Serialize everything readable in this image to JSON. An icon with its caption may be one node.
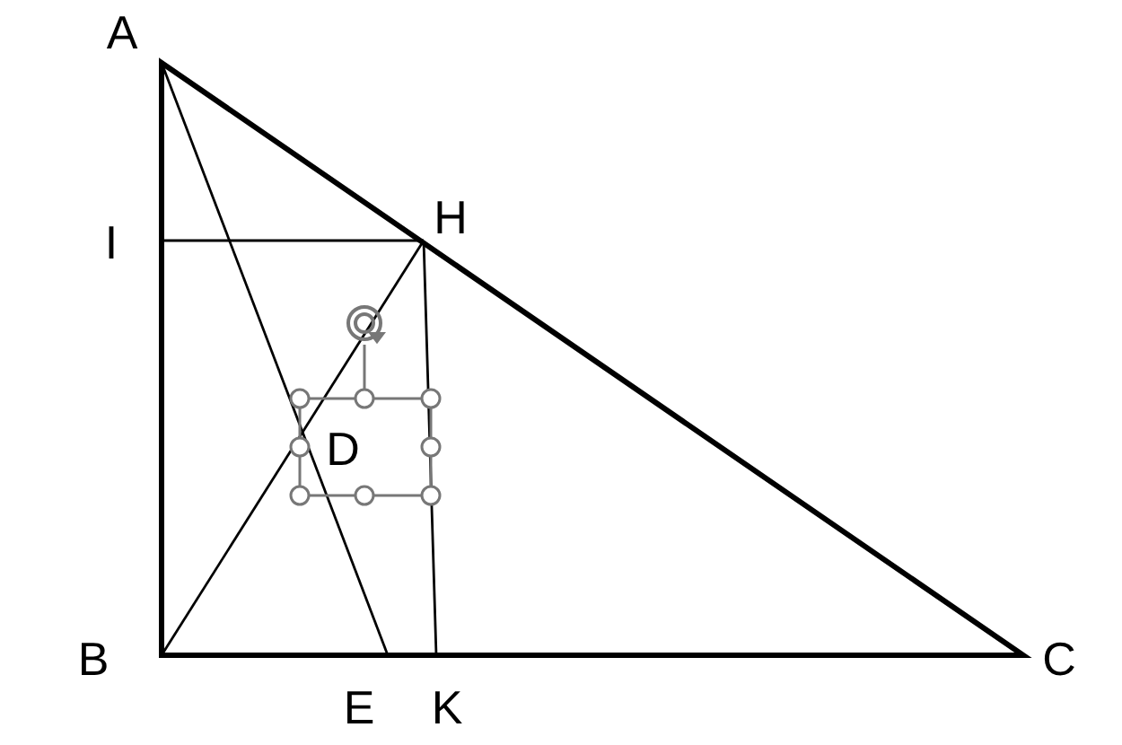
{
  "diagram": {
    "labels": [
      "A",
      "H",
      "I",
      "D",
      "B",
      "C",
      "E",
      "K"
    ]
  }
}
